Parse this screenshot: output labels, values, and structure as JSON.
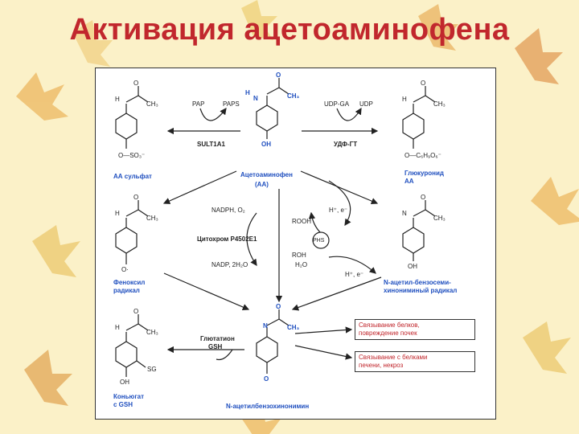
{
  "slide": {
    "title": "Активация ацетоаминофена"
  },
  "diagram": {
    "center": {
      "name": "Ацетоаминофен",
      "abbr": "(АА)"
    },
    "sulfate": {
      "name": "АА сульфат",
      "enzyme": "SULT1A1",
      "cof1": "PAP",
      "cof2": "PAPS",
      "group": "O—SO₃⁻"
    },
    "glucuronide": {
      "name_line1": "Глюкуронид",
      "name_line2": "АА",
      "enzyme": "УДФ-ГТ",
      "cof1": "UDP-GA",
      "cof2": "UDP",
      "group": "O—C₆H₉O₆⁻"
    },
    "cyp": {
      "top": "NADPH, O₂",
      "enzyme": "Цитохром P4502E1",
      "bottom": "NADP, 2H₂O"
    },
    "phs": {
      "label": "PHS",
      "rooh": "ROOH",
      "roh": "ROH",
      "h2o": "H₂O",
      "h_e_top": "H⁺, e⁻",
      "h_e_bottom": "H⁺, e⁻"
    },
    "phenoxyl": {
      "line1": "Феноксил",
      "line2": "радикал",
      "group": "O·"
    },
    "semiquinone": {
      "line1": "N-ацетил-бензосеми-",
      "line2": "хинониминый радикал"
    },
    "gsh": {
      "label1": "Глютатион",
      "label2": "GSH",
      "conj1": "Коньюгат",
      "conj2": "с GSH",
      "sg": "SG"
    },
    "napqi": {
      "name": "N-ацетилбензохинонимин"
    },
    "outcomes": {
      "box1_line1": "Связывание белков,",
      "box1_line2": "повреждение почек",
      "box2_line1": "Связывание с белками",
      "box2_line2": "печени, некроз"
    },
    "atoms": {
      "H": "H",
      "N": "N",
      "C": "C",
      "O": "O",
      "CH3": "CH₃",
      "OH": "OH"
    }
  },
  "colors": {
    "title": "#c1272d",
    "accent_blue": "#1f4fbf",
    "outcome_red": "#c1272d"
  }
}
